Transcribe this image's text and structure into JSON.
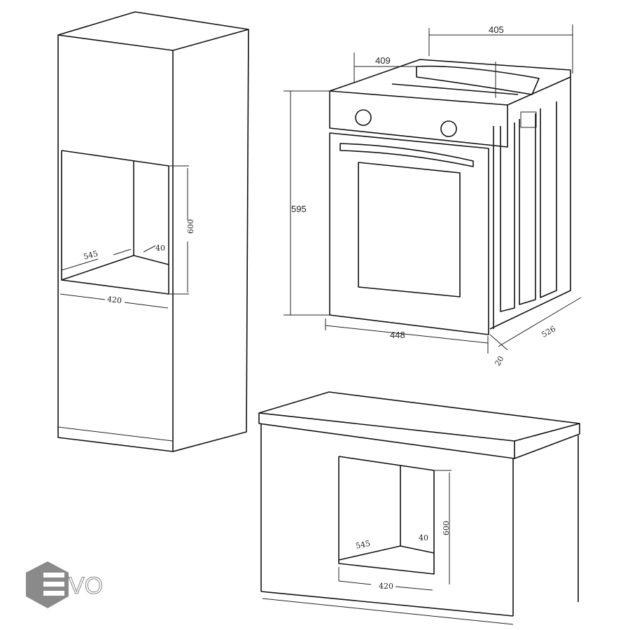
{
  "logo": {
    "text": "EVO",
    "color": "#8a8a8a"
  },
  "tall_cabinet": {
    "depth": "545",
    "gap": "40",
    "height": "600",
    "width": "420"
  },
  "oven": {
    "top_width": "405",
    "panel_depth": "409",
    "height": "595",
    "width": "448",
    "depth": "526",
    "panel_thickness": "20"
  },
  "base_cabinet": {
    "depth": "545",
    "gap": "40",
    "height": "600",
    "width": "420"
  }
}
